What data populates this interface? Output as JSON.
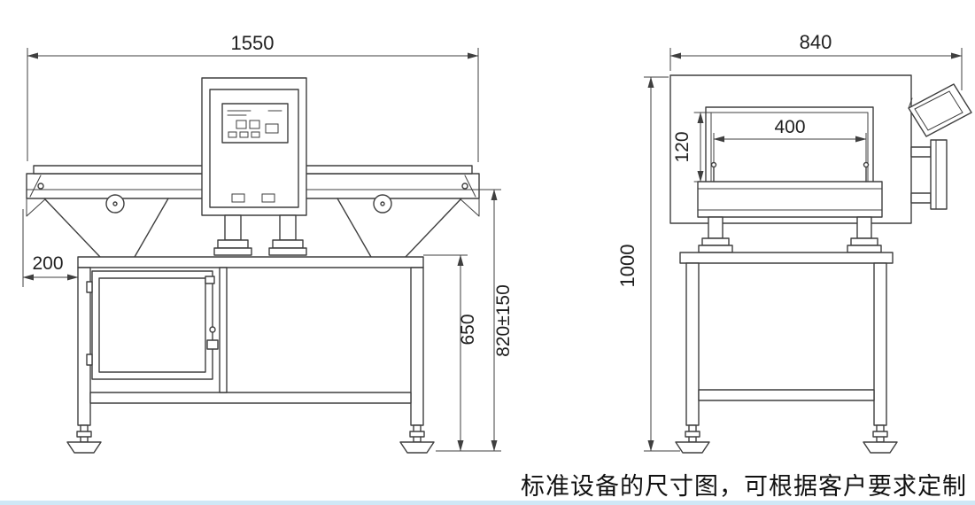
{
  "caption": "标准设备的尺寸图，可根据客户要求定制",
  "front_view": {
    "overall_width": "1550",
    "infeed_offset": "200",
    "frame_height": "650",
    "belt_height": "820±150"
  },
  "side_view": {
    "overall_width": "840",
    "tunnel_width": "400",
    "tunnel_height": "120",
    "overall_height": "1000"
  },
  "colors": {
    "line": "#3f3f3f",
    "text": "#1f1f1f",
    "bottom_strip": "#cfe8f6"
  }
}
